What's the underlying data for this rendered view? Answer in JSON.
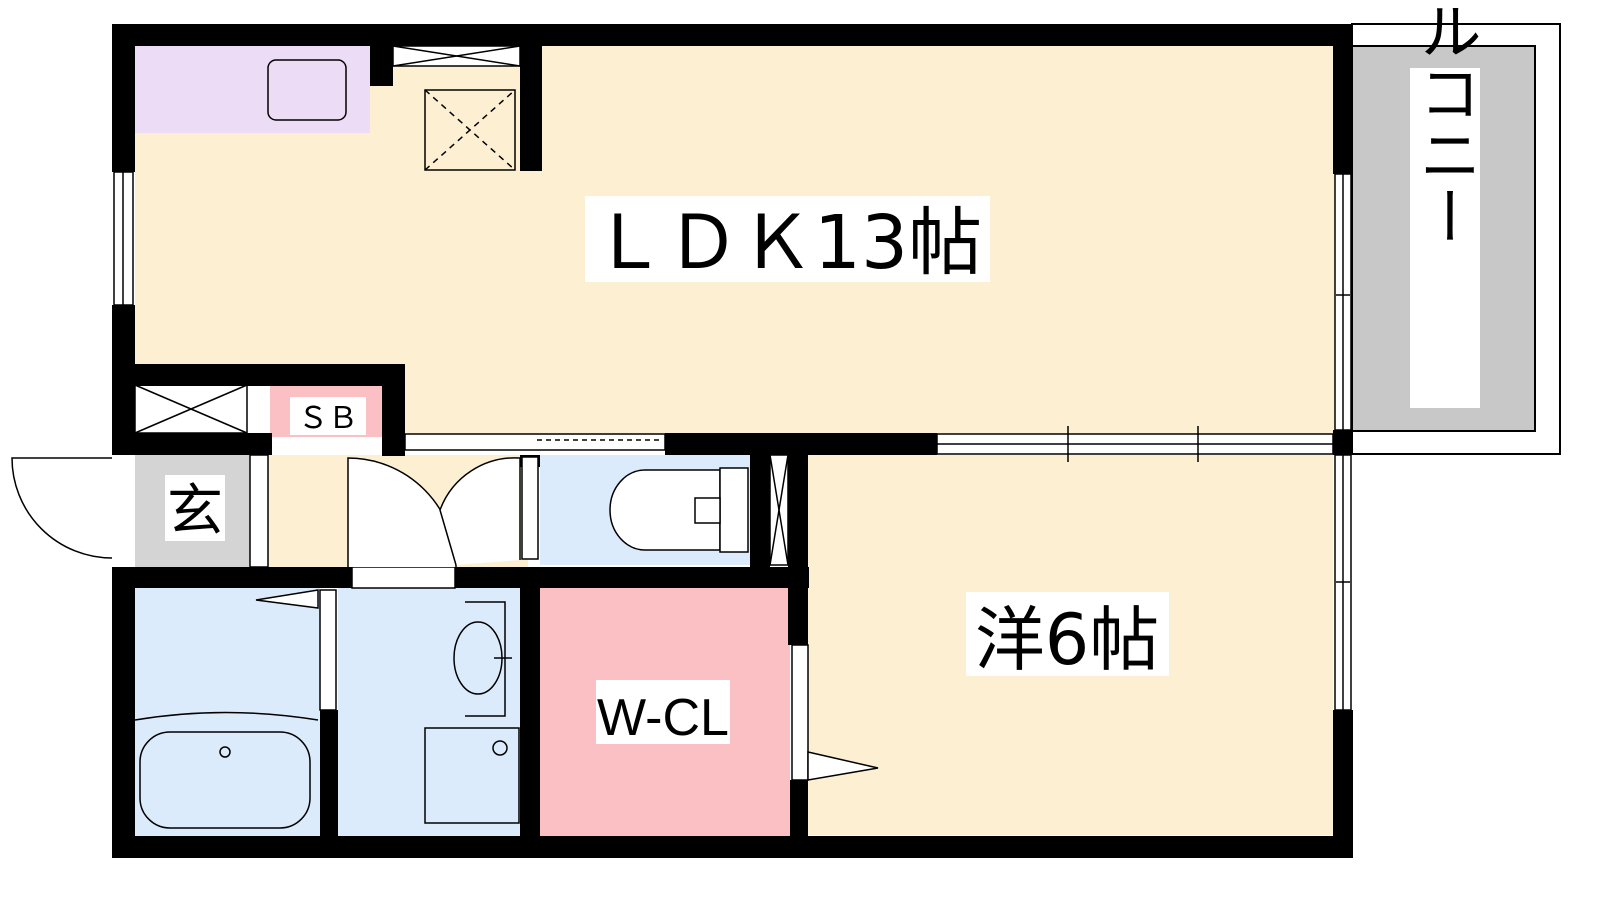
{
  "floorplan": {
    "rooms": {
      "ldk": {
        "label": "ＬＤＫ13帖",
        "color": "#fdf0d2"
      },
      "western": {
        "label": "洋6帖",
        "color": "#fdf0d2"
      },
      "walk_in_closet": {
        "label": "W-CL",
        "color": "#fbc0c3"
      },
      "entrance": {
        "label": "玄",
        "color": "#d4d4d4"
      },
      "shoe_box": {
        "label": "ＳＢ",
        "color": "#fbc0c3"
      },
      "balcony": {
        "label": "バルコニー",
        "color": "#c8c8c8"
      },
      "bath": {
        "color": "#dcebfc"
      },
      "washroom": {
        "color": "#dcebfc"
      },
      "toilet": {
        "color": "#dcebfc"
      },
      "kitchen_counter": {
        "color": "#ecdcf5"
      }
    },
    "wall_color": "#000000"
  }
}
